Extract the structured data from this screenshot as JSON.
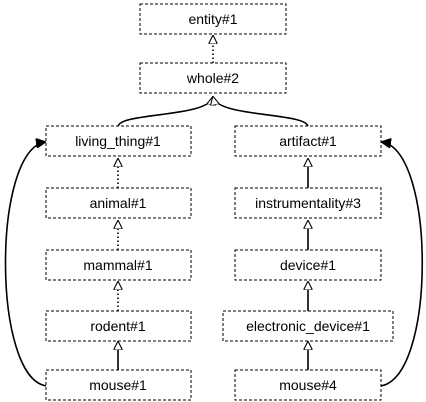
{
  "nodes": {
    "entity": "entity#1",
    "whole": "whole#2",
    "living_thing": "living_thing#1",
    "artifact": "artifact#1",
    "animal": "animal#1",
    "instrumentality": "instrumentality#3",
    "mammal": "mammal#1",
    "device": "device#1",
    "rodent": "rodent#1",
    "electronic_device": "electronic_device#1",
    "mouse1": "mouse#1",
    "mouse4": "mouse#4"
  },
  "edges": [
    {
      "from": "whole",
      "to": "entity",
      "style": "dotted"
    },
    {
      "from": "living_thing",
      "to": "whole",
      "style": "solid"
    },
    {
      "from": "artifact",
      "to": "whole",
      "style": "solid"
    },
    {
      "from": "animal",
      "to": "living_thing",
      "style": "dotted"
    },
    {
      "from": "mammal",
      "to": "animal",
      "style": "dotted"
    },
    {
      "from": "rodent",
      "to": "mammal",
      "style": "dotted"
    },
    {
      "from": "mouse1",
      "to": "rodent",
      "style": "solid"
    },
    {
      "from": "mouse1",
      "to": "living_thing",
      "style": "solid"
    },
    {
      "from": "instrumentality",
      "to": "artifact",
      "style": "solid"
    },
    {
      "from": "device",
      "to": "instrumentality",
      "style": "solid"
    },
    {
      "from": "electronic_device",
      "to": "device",
      "style": "solid"
    },
    {
      "from": "mouse4",
      "to": "electronic_device",
      "style": "solid"
    },
    {
      "from": "mouse4",
      "to": "artifact",
      "style": "solid"
    }
  ],
  "colors": {
    "stroke": "#000000",
    "background": "#ffffff"
  }
}
